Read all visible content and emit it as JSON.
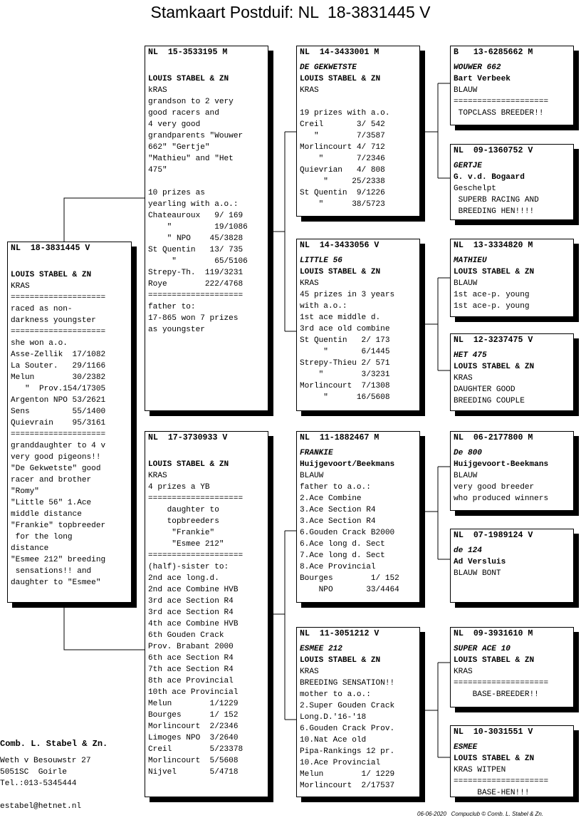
{
  "title": "Stamkaart Postduif: NL  18-3831445 V",
  "cards": {
    "main": {
      "head": "NL  18-3831445 V",
      "lines": [
        {
          "t": ""
        },
        {
          "t": "LOUIS STABEL & ZN",
          "s": "b"
        },
        {
          "t": "KRAS"
        },
        {
          "t": "===================="
        },
        {
          "t": "raced as non-"
        },
        {
          "t": "darkness youngster"
        },
        {
          "t": "===================="
        },
        {
          "t": "she won a.o."
        },
        {
          "t": "Asse-Zellik  17/1082"
        },
        {
          "t": "La Souter.   29/1166"
        },
        {
          "t": "Melun        30/2382"
        },
        {
          "t": "   \"  Prov.154/17305"
        },
        {
          "t": "Argenton NPO 53/2621"
        },
        {
          "t": "Sens         55/1400"
        },
        {
          "t": "Quievrain    95/3161"
        },
        {
          "t": "===================="
        },
        {
          "t": "granddaughter to 4 v"
        },
        {
          "t": "very good pigeons!!"
        },
        {
          "t": "\"De Gekwetste\" good"
        },
        {
          "t": "racer and brother"
        },
        {
          "t": "\"Romy\""
        },
        {
          "t": "\"Little 56\" 1.Ace"
        },
        {
          "t": "middle distance"
        },
        {
          "t": "\"Frankie\" topbreeder"
        },
        {
          "t": " for the long"
        },
        {
          "t": "distance"
        },
        {
          "t": "\"Esmee 212\" breeding"
        },
        {
          "t": " sensations!! and"
        },
        {
          "t": "daughter to \"Esmee\""
        }
      ]
    },
    "father": {
      "head": "NL  15-3533195 M",
      "lines": [
        {
          "t": ""
        },
        {
          "t": "LOUIS STABEL & ZN",
          "s": "b"
        },
        {
          "t": "kRAS"
        },
        {
          "t": "grandson to 2 very"
        },
        {
          "t": "good racers and"
        },
        {
          "t": "4 very good"
        },
        {
          "t": "grandparents \"Wouwer"
        },
        {
          "t": "662\" \"Gertje\""
        },
        {
          "t": "\"Mathieu\" and \"Het"
        },
        {
          "t": "475\""
        },
        {
          "t": ""
        },
        {
          "t": "10 prizes as"
        },
        {
          "t": "yearling with a.o.:"
        },
        {
          "t": "Chateauroux   9/ 169"
        },
        {
          "t": "    \"         19/1086"
        },
        {
          "t": "    \" NPO    45/3828"
        },
        {
          "t": "St Quentin   13/ 735"
        },
        {
          "t": "     \"        65/5106"
        },
        {
          "t": "Strepy-Th.  119/3231"
        },
        {
          "t": "Roye        222/4768"
        },
        {
          "t": "===================="
        },
        {
          "t": "father to:"
        },
        {
          "t": "17-865 won 7 prizes"
        },
        {
          "t": "as youngster"
        }
      ]
    },
    "mother": {
      "head": "NL  17-3730933 V",
      "lines": [
        {
          "t": ""
        },
        {
          "t": "LOUIS STABEL & ZN",
          "s": "b"
        },
        {
          "t": "KRAS"
        },
        {
          "t": "4 prizes a YB"
        },
        {
          "t": "===================="
        },
        {
          "t": "    daughter to"
        },
        {
          "t": "    topbreeders"
        },
        {
          "t": "     \"Frankie\""
        },
        {
          "t": "     \"Esmee 212\""
        },
        {
          "t": "===================="
        },
        {
          "t": "(half)-sister to:"
        },
        {
          "t": "2nd ace long.d."
        },
        {
          "t": "2nd ace Combine HVB"
        },
        {
          "t": "3rd ace Section R4"
        },
        {
          "t": "3rd ace Section R4"
        },
        {
          "t": "4th ace Combine HVB"
        },
        {
          "t": "6th Gouden Crack"
        },
        {
          "t": "Prov. Brabant 2000"
        },
        {
          "t": "6th ace Section R4"
        },
        {
          "t": "7th ace Section R4"
        },
        {
          "t": "8th ace Provincial"
        },
        {
          "t": "10th ace Provincial"
        },
        {
          "t": "Melun        1/1229"
        },
        {
          "t": "Bourges      1/ 152"
        },
        {
          "t": "Morlincourt  2/2346"
        },
        {
          "t": "Limoges NPO  3/2640"
        },
        {
          "t": "Creil        5/23378"
        },
        {
          "t": "Morlincourt  5/5608"
        },
        {
          "t": "Nijvel       5/4718"
        }
      ]
    },
    "ff": {
      "head": "NL  14-3433001 M",
      "lines": [
        {
          "t": "DE GEKWETSTE",
          "s": "i"
        },
        {
          "t": "LOUIS STABEL & ZN",
          "s": "b"
        },
        {
          "t": "KRAS"
        },
        {
          "t": ""
        },
        {
          "t": "19 prizes with a.o."
        },
        {
          "t": "Creil       3/ 542"
        },
        {
          "t": "   \"        7/3587"
        },
        {
          "t": "Morlincourt 4/ 712"
        },
        {
          "t": "    \"       7/2346"
        },
        {
          "t": "Quievrian   4/ 808"
        },
        {
          "t": "     \"     25/2338"
        },
        {
          "t": "St Quentin  9/1226"
        },
        {
          "t": "    \"      38/5723"
        }
      ]
    },
    "fm": {
      "head": "NL  14-3433056 V",
      "lines": [
        {
          "t": "LITTLE 56",
          "s": "i"
        },
        {
          "t": "LOUIS STABEL & ZN",
          "s": "b"
        },
        {
          "t": "KRAS"
        },
        {
          "t": "45 prizes in 3 years"
        },
        {
          "t": "with a.o.:"
        },
        {
          "t": "1st ace middle d."
        },
        {
          "t": "3rd ace old combine"
        },
        {
          "t": "St Quentin   2/ 173"
        },
        {
          "t": "     \"       6/1445"
        },
        {
          "t": "Strepy-Thieu 2/ 571"
        },
        {
          "t": "    \"        3/3231"
        },
        {
          "t": "Morlincourt  7/1308"
        },
        {
          "t": "     \"      16/5608"
        }
      ]
    },
    "mf": {
      "head": "NL  11-1882467 M",
      "lines": [
        {
          "t": "FRANKIE",
          "s": "i"
        },
        {
          "t": "Huijgevoort/Beekmans",
          "s": "b"
        },
        {
          "t": "BLAUW"
        },
        {
          "t": "father to a.o.:"
        },
        {
          "t": "2.Ace Combine"
        },
        {
          "t": "3.Ace Section R4"
        },
        {
          "t": "3.Ace Section R4"
        },
        {
          "t": "6.Gouden Crack B2000"
        },
        {
          "t": "6.Ace long d. Sect"
        },
        {
          "t": "7.Ace long d. Sect"
        },
        {
          "t": "8.Ace Provincial"
        },
        {
          "t": "Bourges        1/ 152"
        },
        {
          "t": "    NPO       33/4464"
        }
      ]
    },
    "mm": {
      "head": "NL  11-3051212 V",
      "lines": [
        {
          "t": "ESMEE 212",
          "s": "i"
        },
        {
          "t": "LOUIS STABEL & ZN",
          "s": "b"
        },
        {
          "t": "KRAS"
        },
        {
          "t": "BREEDING SENSATION!!"
        },
        {
          "t": "mother to a.o.:"
        },
        {
          "t": "2.Super Gouden Crack"
        },
        {
          "t": "Long.D.'16-'18"
        },
        {
          "t": "6.Gouden Crack Prov."
        },
        {
          "t": "10.Nat Ace old"
        },
        {
          "t": "Pipa-Rankings 12 pr."
        },
        {
          "t": "10.Ace Provincial"
        },
        {
          "t": "Melun        1/ 1229"
        },
        {
          "t": "Morlincourt  2/17537"
        }
      ]
    },
    "fff": {
      "head": "B   13-6285662 M",
      "lines": [
        {
          "t": "WOUWER 662",
          "s": "i"
        },
        {
          "t": "Bart Verbeek",
          "s": "b"
        },
        {
          "t": "BLAUW"
        },
        {
          "t": "===================="
        },
        {
          "t": " TOPCLASS BREEDER!!"
        }
      ]
    },
    "ffm": {
      "head": "NL  09-1360752 V",
      "lines": [
        {
          "t": "GERTJE",
          "s": "i"
        },
        {
          "t": "G. v.d. Bogaard",
          "s": "b"
        },
        {
          "t": "Geschelpt"
        },
        {
          "t": " SUPERB RACING AND"
        },
        {
          "t": " BREEDING HEN!!!!"
        }
      ]
    },
    "fmf": {
      "head": "NL  13-3334820 M",
      "lines": [
        {
          "t": "MATHIEU",
          "s": "i"
        },
        {
          "t": "LOUIS STABEL & ZN",
          "s": "b"
        },
        {
          "t": "BLAUW"
        },
        {
          "t": "1st ace-p. young"
        },
        {
          "t": "1st ace-p. young"
        }
      ]
    },
    "fmm": {
      "head": "NL  12-3237475 V",
      "lines": [
        {
          "t": "HET 475",
          "s": "i"
        },
        {
          "t": "LOUIS STABEL & ZN",
          "s": "b"
        },
        {
          "t": "KRAS"
        },
        {
          "t": "DAUGHTER GOOD"
        },
        {
          "t": "BREEDING COUPLE"
        }
      ]
    },
    "mff": {
      "head": "NL  06-2177800 M",
      "lines": [
        {
          "t": "De 800",
          "s": "i"
        },
        {
          "t": "Huijgevoort-Beekmans",
          "s": "b"
        },
        {
          "t": "BLAUW"
        },
        {
          "t": "very good breeder"
        },
        {
          "t": "who produced winners"
        }
      ]
    },
    "mfm": {
      "head": "NL  07-1989124 V",
      "lines": [
        {
          "t": "de 124",
          "s": "i"
        },
        {
          "t": "Ad Versluis",
          "s": "b"
        },
        {
          "t": "BLAUW BONT"
        }
      ]
    },
    "mmf": {
      "head": "NL  09-3931610 M",
      "lines": [
        {
          "t": "SUPER ACE 10",
          "s": "i"
        },
        {
          "t": "LOUIS STABEL & ZN",
          "s": "b"
        },
        {
          "t": "KRAS"
        },
        {
          "t": "===================="
        },
        {
          "t": "    BASE-BREEDER!!"
        }
      ]
    },
    "mmm": {
      "head": "NL  10-3031551 V",
      "lines": [
        {
          "t": "ESMEE",
          "s": "i"
        },
        {
          "t": "LOUIS STABEL & ZN",
          "s": "b"
        },
        {
          "t": "KRAS WITPEN"
        },
        {
          "t": "===================="
        },
        {
          "t": "     BASE-HEN!!!"
        }
      ]
    }
  },
  "owner": {
    "name": "Comb. L. Stabel & Zn.",
    "street": "Weth v Besouwstr 27",
    "city": "5051SC  Goirle",
    "phone": "Tel.:013-5345444",
    "email": "estabel@hetnet.nl"
  },
  "footer": "06-06-2020   Compuclub © Comb. L. Stabel & Zn."
}
